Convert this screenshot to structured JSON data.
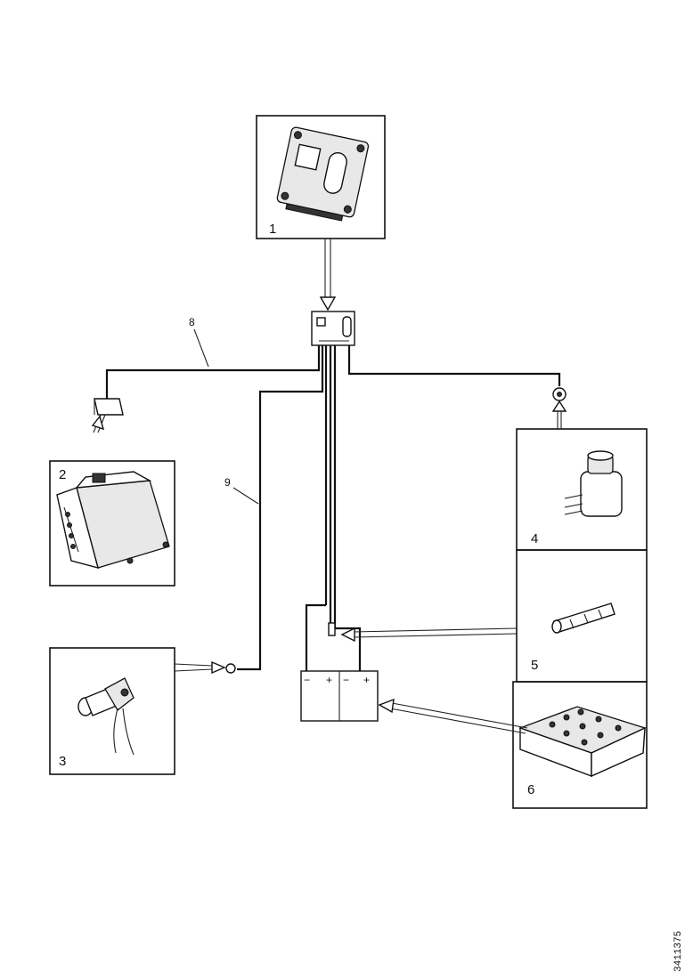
{
  "callouts": {
    "c1": "1",
    "c2": "2",
    "c3": "3",
    "c4": "4",
    "c5": "5",
    "c6": "6",
    "c8": "8",
    "c9": "9"
  },
  "battery": {
    "minus_left": "−",
    "plus_left": "+",
    "minus_right": "−",
    "plus_right": "+"
  },
  "reference_code": "3411375"
}
